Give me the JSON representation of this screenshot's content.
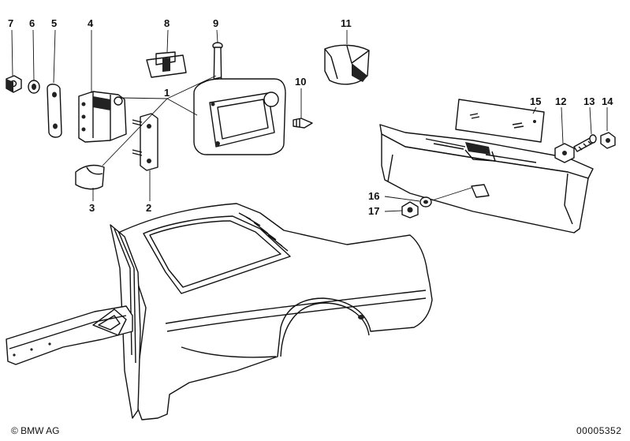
{
  "diagram": {
    "callouts": [
      "7",
      "6",
      "5",
      "4",
      "8",
      "9",
      "11",
      "10",
      "1",
      "3",
      "2",
      "15",
      "12",
      "13",
      "14",
      "16",
      "17"
    ]
  },
  "footer": {
    "copyright": "© BMW AG",
    "document_number": "00005352"
  }
}
